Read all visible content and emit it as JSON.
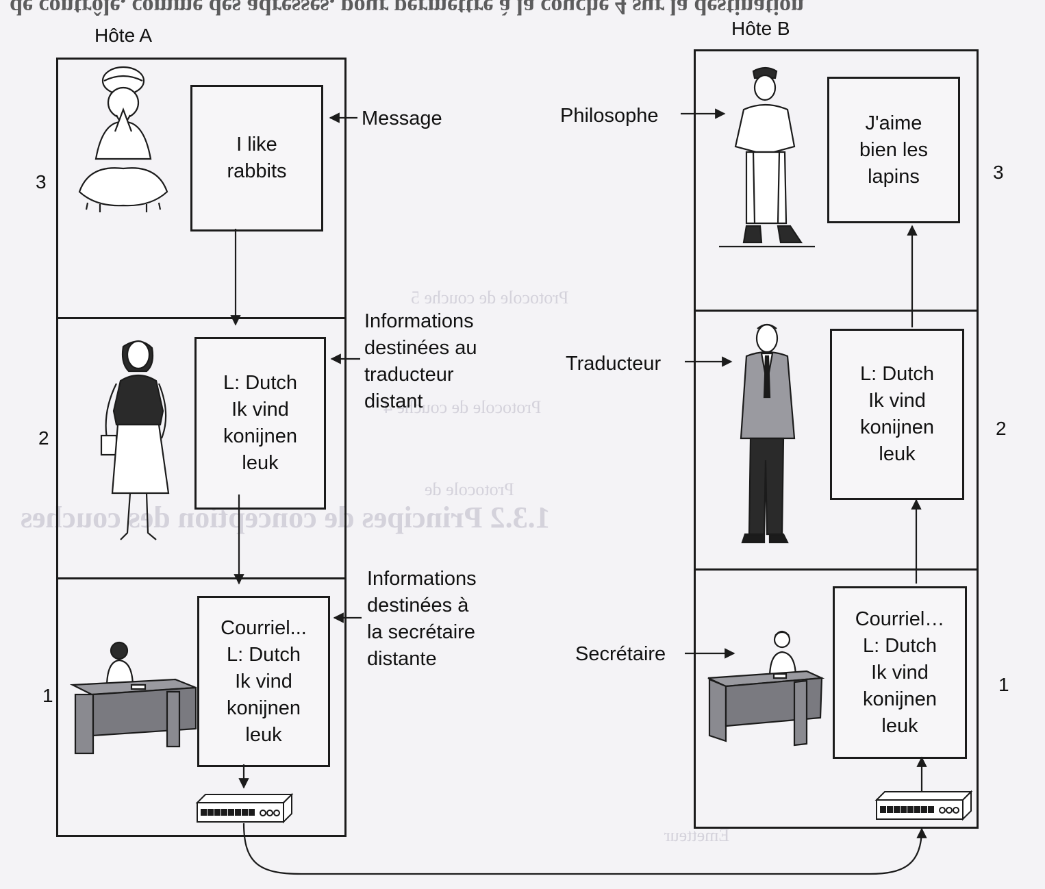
{
  "hosts": {
    "a": {
      "title": "Hôte A"
    },
    "b": {
      "title": "Hôte B"
    }
  },
  "layers": {
    "l3": "3",
    "l2": "2",
    "l1": "1"
  },
  "host_a": {
    "layer3_message": [
      "I like",
      "rabbits"
    ],
    "layer2_message": [
      "L: Dutch",
      "Ik vind",
      "konijnen",
      "leuk"
    ],
    "layer1_message": [
      "Courriel...",
      "L: Dutch",
      "Ik vind",
      "konijnen",
      "leuk"
    ]
  },
  "host_b": {
    "layer3_message": [
      "J'aime",
      "bien les",
      "lapins"
    ],
    "layer2_message": [
      "L: Dutch",
      "Ik vind",
      "konijnen",
      "leuk"
    ],
    "layer1_message": [
      "Courriel…",
      "L: Dutch",
      "Ik vind",
      "konijnen",
      "leuk"
    ]
  },
  "annotations": {
    "message": "Message",
    "info_traducteur": [
      "Informations",
      "destinées au",
      "traducteur",
      "distant"
    ],
    "info_secretaire": [
      "Informations",
      "destinées à",
      "la secrétaire",
      "distante"
    ],
    "philosophe": "Philosophe",
    "traducteur": "Traducteur",
    "secretaire": "Secrétaire"
  }
}
